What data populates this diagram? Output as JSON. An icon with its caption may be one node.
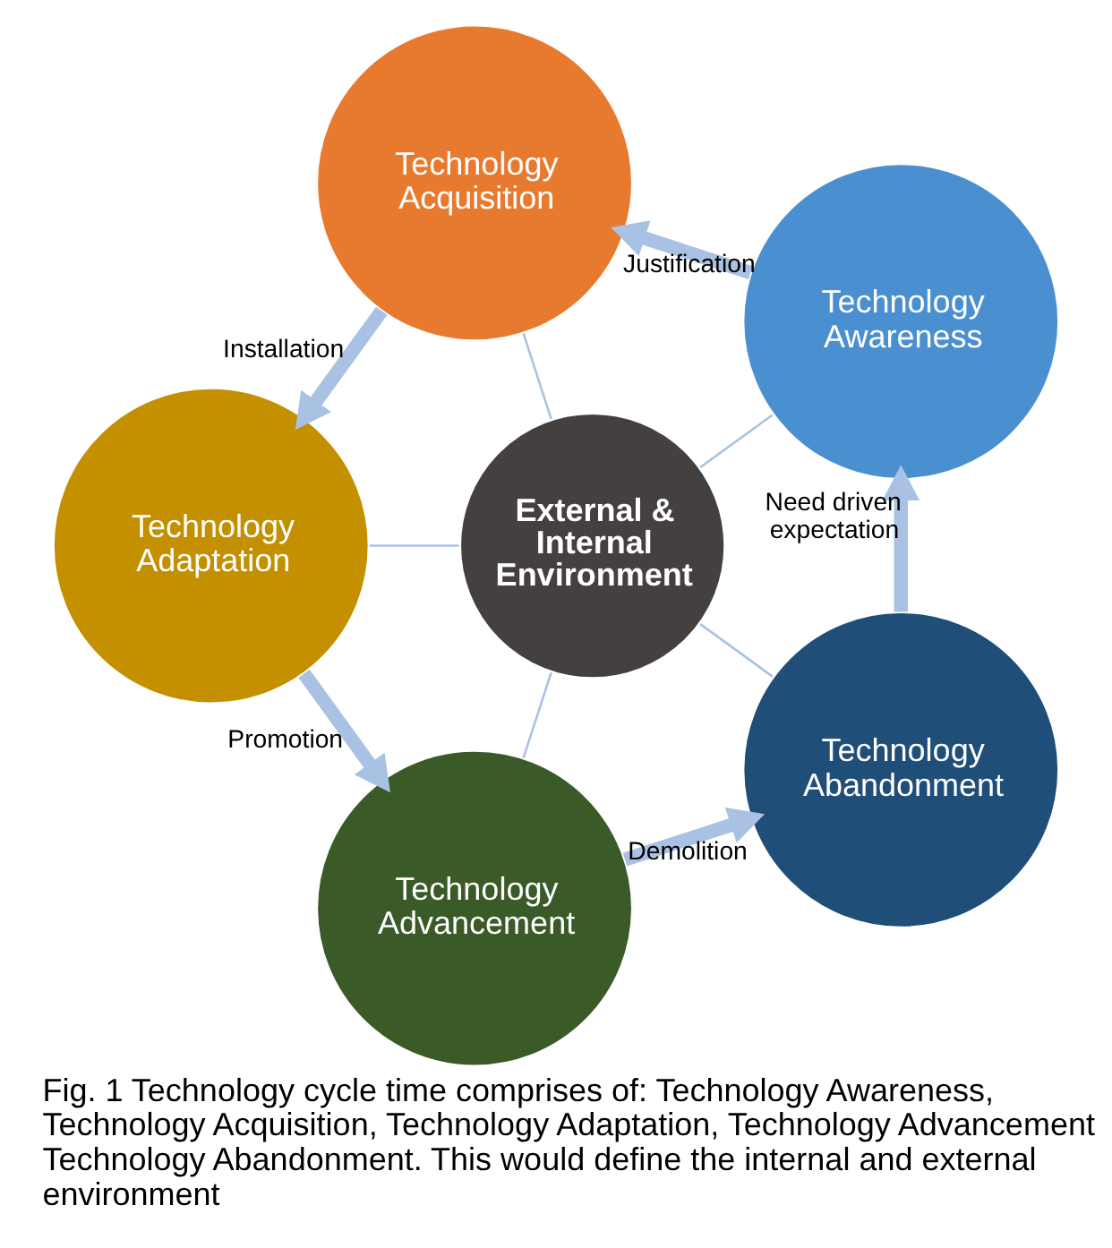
{
  "diagram": {
    "caption": "Fig. 1 Technology cycle time comprises of: Technology Awareness, Technology Acquisition, Technology Adaptation, Technology Advancement, Technology Abandonment. This would define the internal and external environment",
    "nodes": [
      {
        "text": [
          "Technology Awareness"
        ]
      },
      {
        "text": [
          "Technology Abandonment"
        ]
      },
      {
        "text": [
          "Technology Acquisition"
        ]
      },
      {
        "text": [
          "External & Internal Environment"
        ]
      },
      {
        "text": [
          "Technology Advancement"
        ]
      },
      {
        "text": [
          "Technology Adaptation"
        ]
      }
    ],
    "edges": [
      {
        "from": 1,
        "to": 0,
        "arrow": "to",
        "label": "Need driven expectation",
        "style": "thick"
      },
      {
        "from": 0,
        "to": 2,
        "arrow": "to",
        "label": "Justification",
        "style": "thick"
      },
      {
        "from": 2,
        "to": 5,
        "arrow": "to",
        "label": "Installation",
        "style": "thick"
      },
      {
        "from": 5,
        "to": 4,
        "arrow": "to",
        "label": "Promotion",
        "style": "thick"
      },
      {
        "from": 4,
        "to": 1,
        "arrow": "to",
        "label": "Demolition",
        "style": "thick"
      },
      {
        "from": 3,
        "to": 0,
        "arrow": "none"
      },
      {
        "from": 3,
        "to": 1,
        "arrow": "none"
      },
      {
        "from": 3,
        "to": 2,
        "arrow": "none"
      },
      {
        "from": 3,
        "to": 4,
        "arrow": "none"
      },
      {
        "from": 3,
        "to": 5,
        "arrow": "none"
      }
    ]
  }
}
